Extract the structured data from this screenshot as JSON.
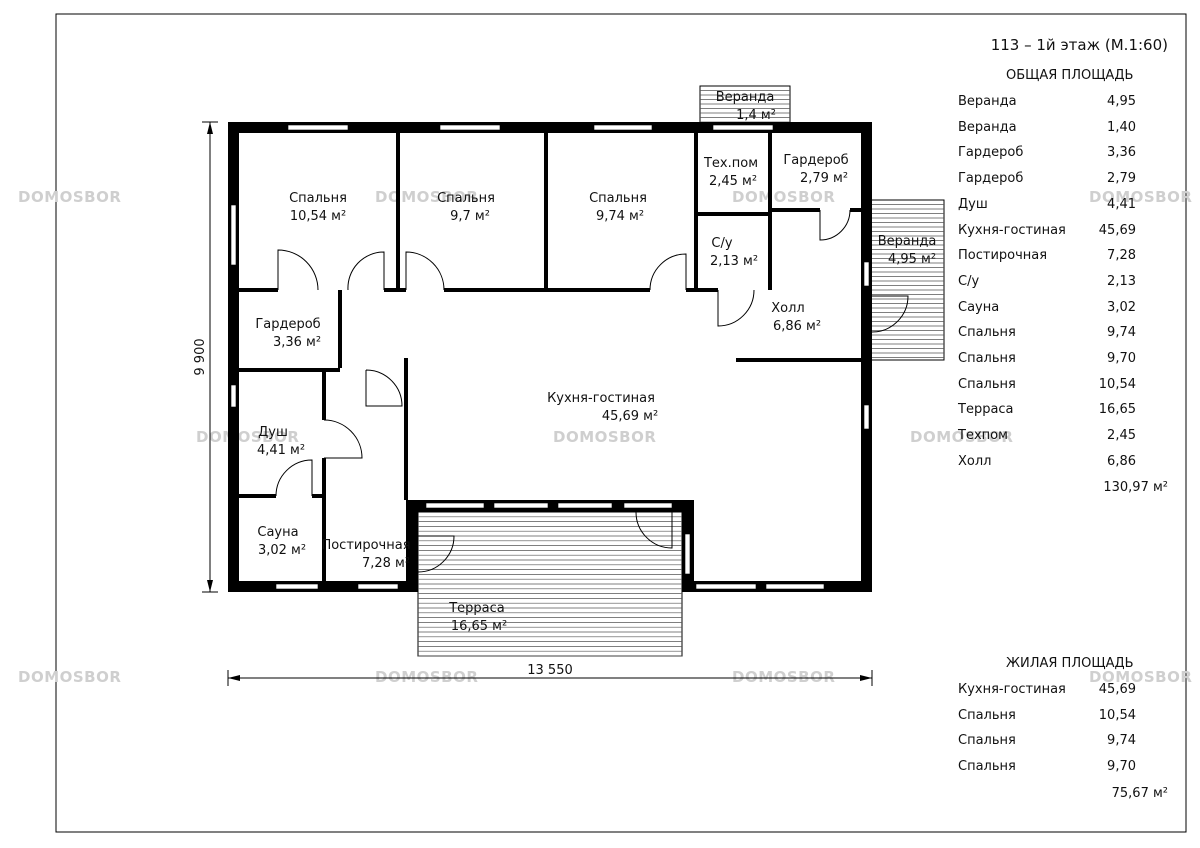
{
  "sheet": {
    "title": "113 – 1й этаж (М.1:60)",
    "watermark": "DOMOSBOR"
  },
  "rooms": [
    {
      "id": "bedroom-left",
      "name": "Спальня",
      "area": "10,54 м²"
    },
    {
      "id": "bedroom-mid",
      "name": "Спальня",
      "area": "9,7 м²"
    },
    {
      "id": "bedroom-right",
      "name": "Спальня",
      "area": "9,74 м²"
    },
    {
      "id": "veranda-top",
      "name": "Веранда",
      "area": "1,4 м²"
    },
    {
      "id": "techroom",
      "name": "Тех.пом",
      "area": "2,45 м²"
    },
    {
      "id": "wardrobe-right",
      "name": "Гардероб",
      "area": "2,79 м²"
    },
    {
      "id": "wc",
      "name": "С/у",
      "area": "2,13 м²"
    },
    {
      "id": "veranda-right",
      "name": "Веранда",
      "area": "4,95 м²"
    },
    {
      "id": "hall",
      "name": "Холл",
      "area": "6,86 м²"
    },
    {
      "id": "wardrobe-left",
      "name": "Гардероб",
      "area": "3,36 м²"
    },
    {
      "id": "kitchen-living",
      "name": "Кухня-гостиная",
      "area": "45,69 м²"
    },
    {
      "id": "shower",
      "name": "Душ",
      "area": "4,41 м²"
    },
    {
      "id": "sauna",
      "name": "Сауна",
      "area": "3,02 м²"
    },
    {
      "id": "laundry",
      "name": "Постирочная",
      "area": "7,28 м²"
    },
    {
      "id": "terrace",
      "name": "Терраса",
      "area": "16,65 м²"
    }
  ],
  "dimensions": {
    "width": "13 550",
    "height": "9 900"
  },
  "total_area": {
    "title": "ОБЩАЯ ПЛОЩАДЬ",
    "rows": [
      {
        "name": "Веранда",
        "value": "4,95"
      },
      {
        "name": "Веранда",
        "value": "1,40"
      },
      {
        "name": "Гардероб",
        "value": "3,36"
      },
      {
        "name": "Гардероб",
        "value": "2,79"
      },
      {
        "name": "Душ",
        "value": "4,41"
      },
      {
        "name": "Кухня-гостиная",
        "value": "45,69"
      },
      {
        "name": "Постирочная",
        "value": "7,28"
      },
      {
        "name": "С/у",
        "value": "2,13"
      },
      {
        "name": "Сауна",
        "value": "3,02"
      },
      {
        "name": "Спальня",
        "value": "9,74"
      },
      {
        "name": "Спальня",
        "value": "9,70"
      },
      {
        "name": "Спальня",
        "value": "10,54"
      },
      {
        "name": "Терраса",
        "value": "16,65"
      },
      {
        "name": "Техпом",
        "value": "2,45"
      },
      {
        "name": "Холл",
        "value": "6,86"
      }
    ],
    "sum": "130,97 м²"
  },
  "living_area": {
    "title": "ЖИЛАЯ ПЛОЩАДЬ",
    "rows": [
      {
        "name": "Кухня-гостиная",
        "value": "45,69"
      },
      {
        "name": "Спальня",
        "value": "10,54"
      },
      {
        "name": "Спальня",
        "value": "9,74"
      },
      {
        "name": "Спальня",
        "value": "9,70"
      }
    ],
    "sum": "75,67 м²"
  }
}
